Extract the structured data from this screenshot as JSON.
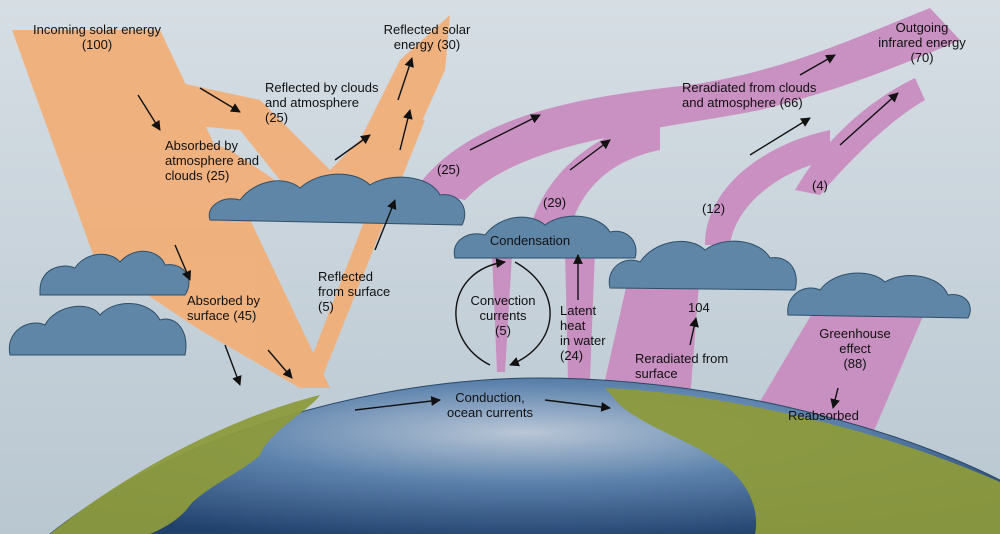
{
  "labels": {
    "incoming": "Incoming solar energy\n(100)",
    "reflected_solar": "Reflected solar\nenergy (30)",
    "reflected_clouds": "Reflected by clouds\nand atmosphere\n(25)",
    "absorbed_atmos": "Absorbed by\natmosphere and\nclouds (25)",
    "absorbed_surface": "Absorbed by\nsurface (45)",
    "reflected_surface": "Reflected\nfrom surface\n(5)",
    "condensation": "Condensation",
    "convection": "Convection\ncurrents\n(5)",
    "latent": "Latent\nheat\nin water\n(24)",
    "conduction": "Conduction,\nocean currents",
    "outgoing": "Outgoing\ninfrared energy\n(70)",
    "reradiated_clouds": "Reradiated from clouds\nand atmosphere (66)",
    "v25": "(25)",
    "v29": "(29)",
    "v12": "(12)",
    "v4": "(4)",
    "v104": "104",
    "reradiated_surface": "Reradiated from\nsurface",
    "greenhouse": "Greenhouse\neffect\n(88)",
    "reabsorbed": "Reabsorbed"
  },
  "colors": {
    "sky": "#c9d4dc",
    "solar": "#f1b07a",
    "infrared": "#c98bbf",
    "cloud": "#5f86a6",
    "ocean": "#3f6b9a",
    "land": "#8c9a3c"
  }
}
